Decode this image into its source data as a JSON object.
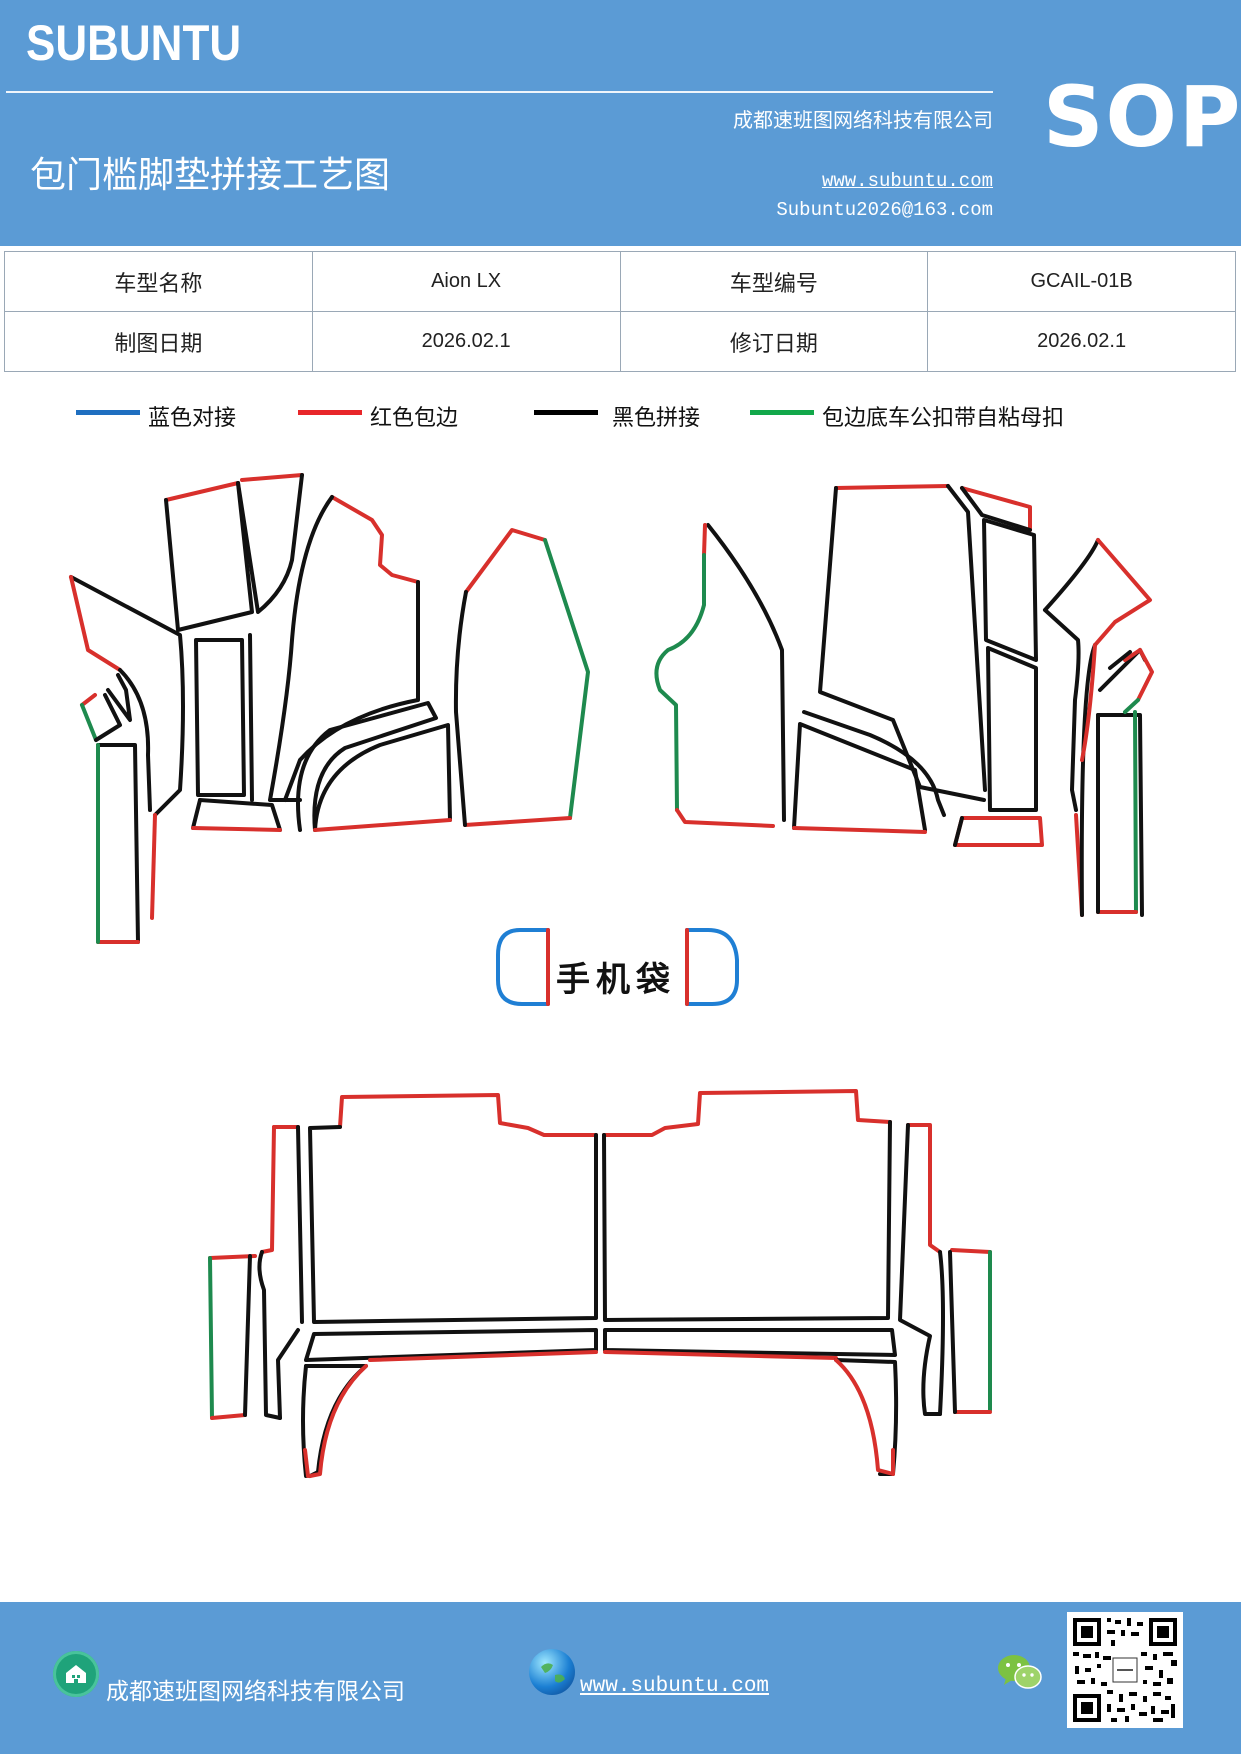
{
  "header": {
    "brand": "SUBUNTU",
    "company": "成都速班图网络科技有限公司",
    "title": "包门槛脚垫拼接工艺图",
    "website": "www.subuntu.com",
    "email": "Subuntu2026@163.com",
    "badge": "SOP"
  },
  "info_table": {
    "model_name_label": "车型名称",
    "model_name_value": "Aion LX",
    "model_code_label": "车型编号",
    "model_code_value": "GCAIL-01B",
    "drawing_date_label": "制图日期",
    "drawing_date_value": "2026.02.1",
    "revision_date_label": "修订日期",
    "revision_date_value": "2026.02.1"
  },
  "legend": [
    {
      "label": "蓝色对接",
      "color": "#1f6fc0"
    },
    {
      "label": "红色包边",
      "color": "#e8262a"
    },
    {
      "label": "黑色拼接",
      "color": "#000000"
    },
    {
      "label": "包边底车公扣带自粘母扣",
      "color": "#12a84a"
    }
  ],
  "diagram": {
    "phone_pocket_label": "手机袋",
    "colors": {
      "black": "#111111",
      "red": "#d8302c",
      "green": "#1e8a4e",
      "blue": "#1f7fd4"
    }
  },
  "footer": {
    "company": "成都速班图网络科技有限公司",
    "website": "www.subuntu.com",
    "icons": [
      "building-icon",
      "globe-icon",
      "wechat-icon",
      "qr-code"
    ]
  }
}
